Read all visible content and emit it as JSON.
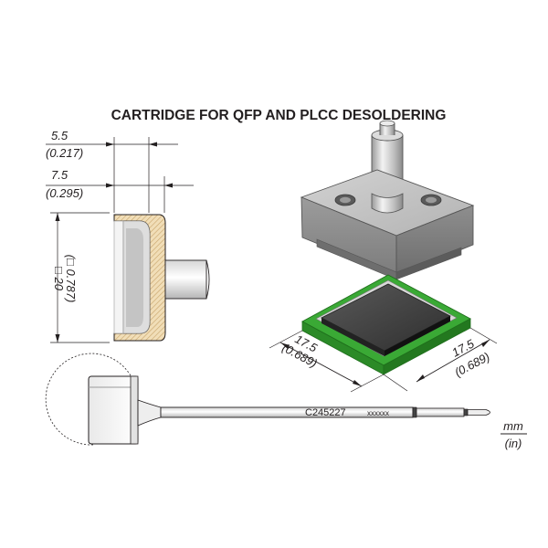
{
  "title": "CARTRIDGE FOR QFP AND PLCC DESOLDERING",
  "dimensions": {
    "depth_inner_mm": "5.5",
    "depth_inner_in": "(0.217)",
    "depth_outer_mm": "7.5",
    "depth_outer_in": "(0.295)",
    "side_mm": "□ 20",
    "side_in": "(□ 0.787)",
    "chip_width_mm": "17.5",
    "chip_width_in": "(0.689)",
    "chip_depth_mm": "17.5",
    "chip_depth_in": "(0.689)"
  },
  "part_number": "C245227",
  "lot_code": "xxxxxx",
  "units": {
    "metric": "mm",
    "imperial": "(in)"
  },
  "colors": {
    "pcb_green": "#3aa935",
    "chip_dark": "#3c3c3c",
    "tip_gray": "#a9a9a9",
    "section_hatch": "#c8a46a"
  }
}
